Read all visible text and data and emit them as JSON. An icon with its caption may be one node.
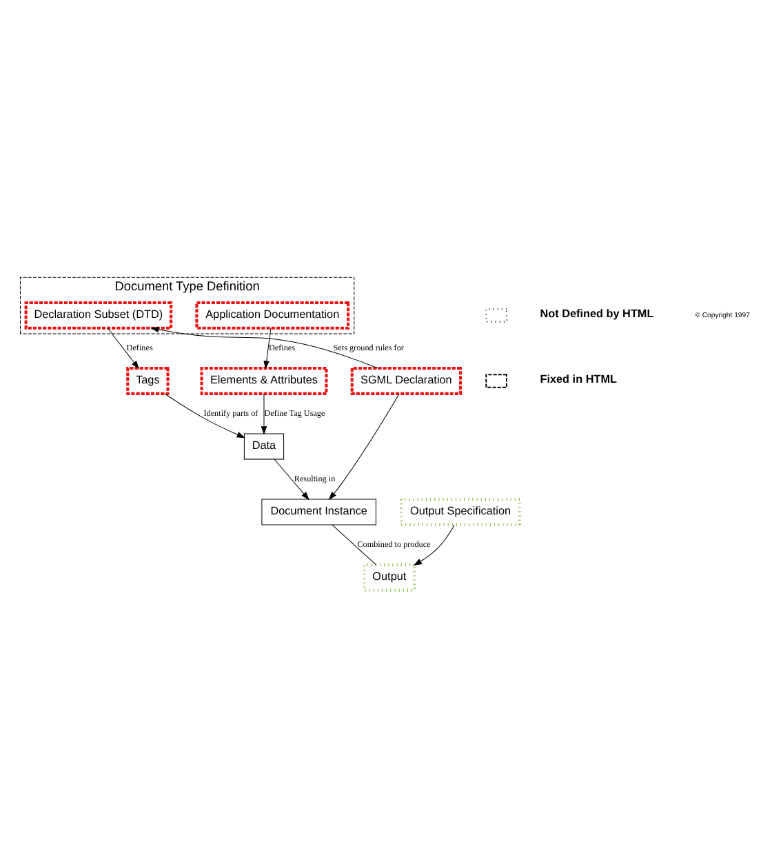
{
  "diagram": {
    "nodes": [
      {
        "text": [
          "Document Type Definition"
        ]
      },
      {
        "text": [
          "Declaration Subset (DTD)"
        ],
        "in": 0
      },
      {
        "text": [
          "Application Documentation"
        ],
        "in": 0
      },
      {
        "text": [
          "SGML Declaration"
        ]
      },
      {
        "text": [
          "Tags"
        ]
      },
      {
        "text": [
          "Elements & Attributes"
        ]
      },
      {
        "text": [
          "Data"
        ]
      },
      {
        "text": [
          "Document Instance"
        ]
      },
      {
        "text": [
          "Output Specification"
        ]
      },
      {
        "text": [
          "Output"
        ]
      }
    ],
    "edges": [
      {
        "from": 3,
        "to": 1,
        "arrow": "to",
        "label": "Sets ground rules for"
      },
      {
        "from": 1,
        "to": 4,
        "arrow": "to",
        "label": "Defines"
      },
      {
        "from": 2,
        "to": 5,
        "arrow": "to",
        "label": "Defines"
      },
      {
        "from": 4,
        "to": 6,
        "arrow": "to",
        "label": "Identify parts of"
      },
      {
        "from": 5,
        "to": 6,
        "arrow": "to",
        "label": "Define Tag Usage"
      },
      {
        "from": 3,
        "to": 7,
        "arrow": "to"
      },
      {
        "from": 6,
        "to": 7,
        "arrow": "to",
        "label": "Resulting in"
      },
      {
        "from": 7,
        "to": 9,
        "arrow": "none",
        "label": "Combined to produce"
      },
      {
        "from": 8,
        "to": 9,
        "arrow": "to"
      }
    ],
    "labels": [
      "© Copyright 1997"
    ],
    "legend": [
      {
        "text": "Not Defined by HTML"
      },
      {
        "text": "Fixed in HTML"
      }
    ]
  }
}
